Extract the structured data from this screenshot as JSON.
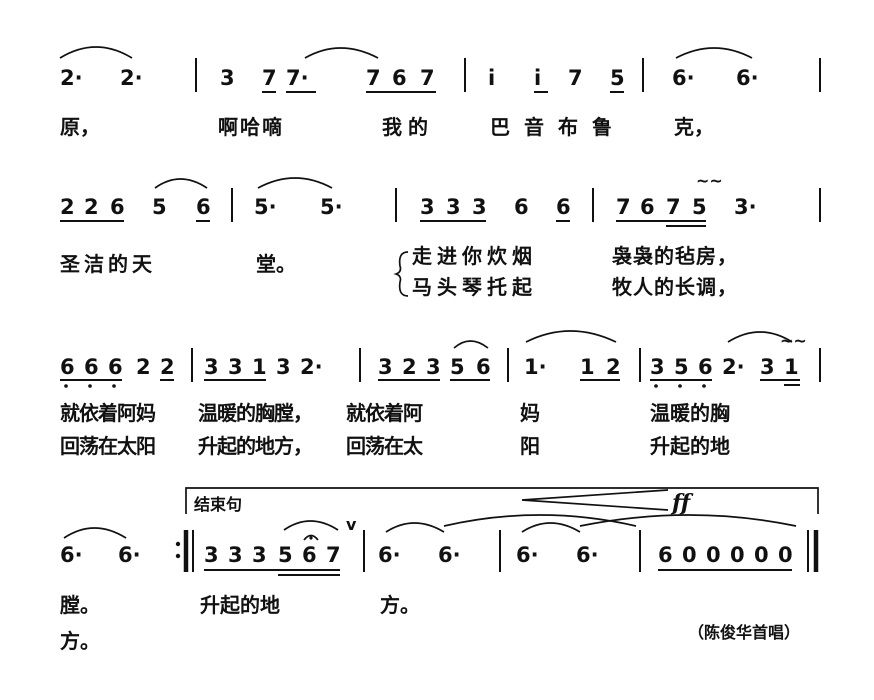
{
  "score": {
    "rows": [
      {
        "notes": [
          "2·",
          "2·",
          "3",
          "7",
          "7·",
          "7",
          "6",
          "7",
          "i",
          "i",
          "7",
          "5",
          "6·",
          "6·"
        ],
        "lyrics": [
          "原，",
          "啊哈嘀",
          "我的",
          "巴音布鲁",
          "克，"
        ]
      },
      {
        "notes": [
          "2",
          "2",
          "6",
          "5",
          "6",
          "5·",
          "5·",
          "3",
          "3",
          "3",
          "6",
          "6",
          "7",
          "6",
          "7",
          "5",
          "3·"
        ],
        "lyrics": [
          "圣洁的天",
          "堂。"
        ],
        "verse_lyrics": [
          "走进你炊烟",
          "袅袅的毡房，",
          "马头琴托起",
          "牧人的长调，"
        ]
      },
      {
        "notes": [
          "6",
          "6",
          "6",
          "2",
          "2",
          "3",
          "3",
          "1",
          "3",
          "2·",
          "3",
          "2",
          "3",
          "5",
          "6",
          "1·",
          "1",
          "2",
          "3",
          "5",
          "6",
          "2·",
          "3",
          "1"
        ],
        "lyrics_1": [
          "就依着阿妈",
          "温暖的胸膛，",
          "就依着阿",
          "妈",
          "温暖的胸"
        ],
        "lyrics_2": [
          "回荡在太阳",
          "升起的地方，",
          "回荡在太",
          "阳",
          "升起的地"
        ]
      },
      {
        "ending_label": "结束句",
        "dynamic": "ff",
        "notes": [
          "6·",
          "6·",
          "3",
          "3",
          "3",
          "5",
          "6",
          "7",
          "6·",
          "6·",
          "6·",
          "6·",
          "6",
          "0",
          "0",
          "0",
          "0",
          "0"
        ],
        "lyrics": [
          "膛。",
          "升起的地",
          "方。"
        ],
        "lyrics_tail": "方。",
        "credit": "（陈俊华首唱）"
      }
    ]
  }
}
